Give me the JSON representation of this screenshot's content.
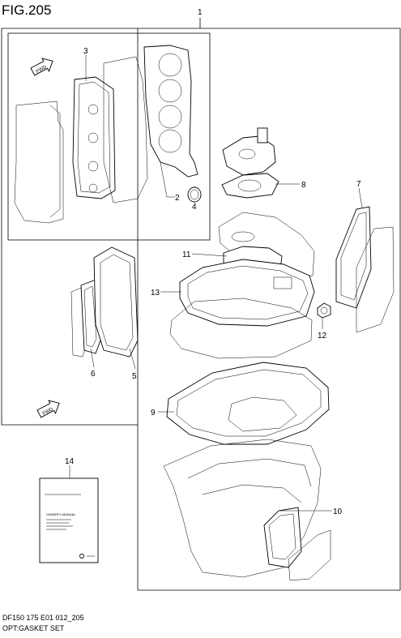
{
  "figure": {
    "title": "FIG.205"
  },
  "footer": {
    "model_code": "DF150 175 E01 012_205",
    "set_name": "OPT:GASKET SET"
  },
  "callouts": [
    "1",
    "2",
    "3",
    "4",
    "5",
    "6",
    "7",
    "8",
    "9",
    "10",
    "11",
    "12",
    "13",
    "14"
  ],
  "fwd_labels": [
    "FWD",
    "FWD"
  ],
  "manual": {
    "title": "OWNER'S MANUAL"
  }
}
